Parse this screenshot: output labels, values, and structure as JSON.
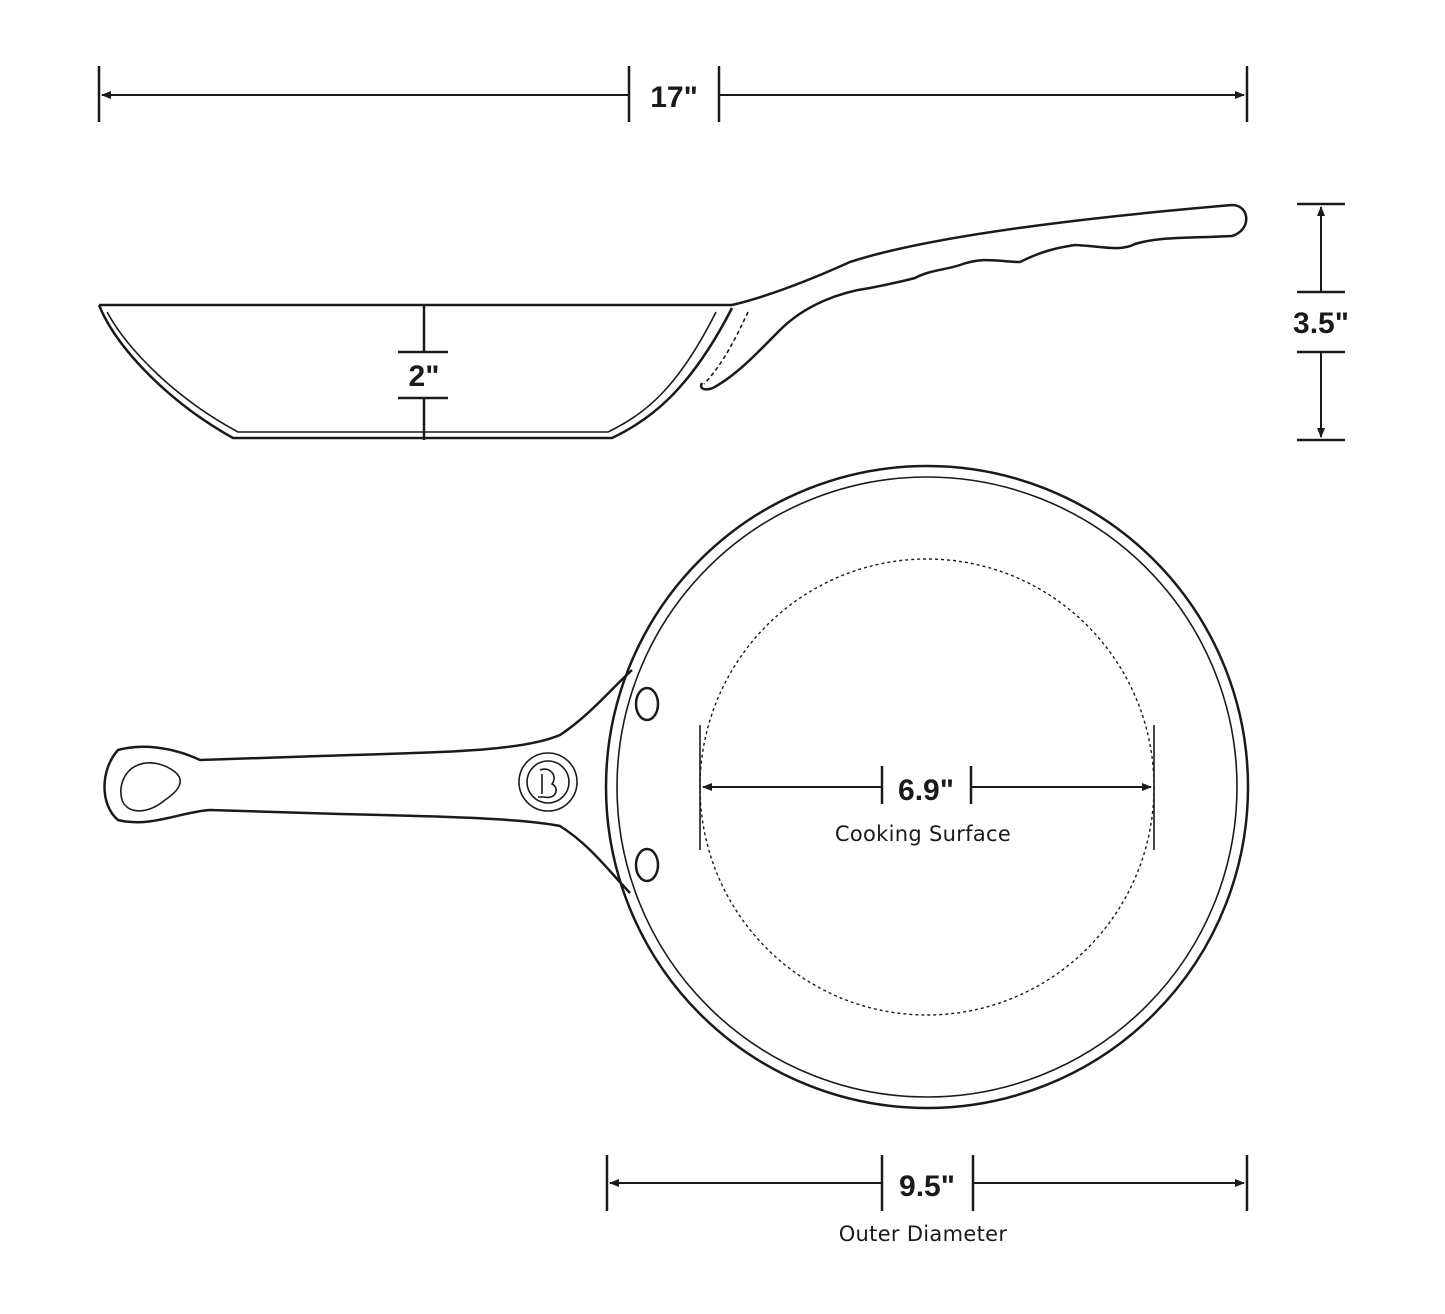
{
  "dimensions": {
    "overall_length": "17\"",
    "depth": "2\"",
    "height": "3.5\"",
    "cooking_surface": "6.9\"",
    "cooking_surface_label": "Cooking Surface",
    "outer_diameter": "9.5\"",
    "outer_diameter_label": "Outer Diameter"
  },
  "colors": {
    "ink": "#1a1a1a",
    "background": "#ffffff"
  },
  "icons": {
    "arrow": "filled-triangle-arrowhead",
    "logo": "bird-medallion-icon"
  }
}
